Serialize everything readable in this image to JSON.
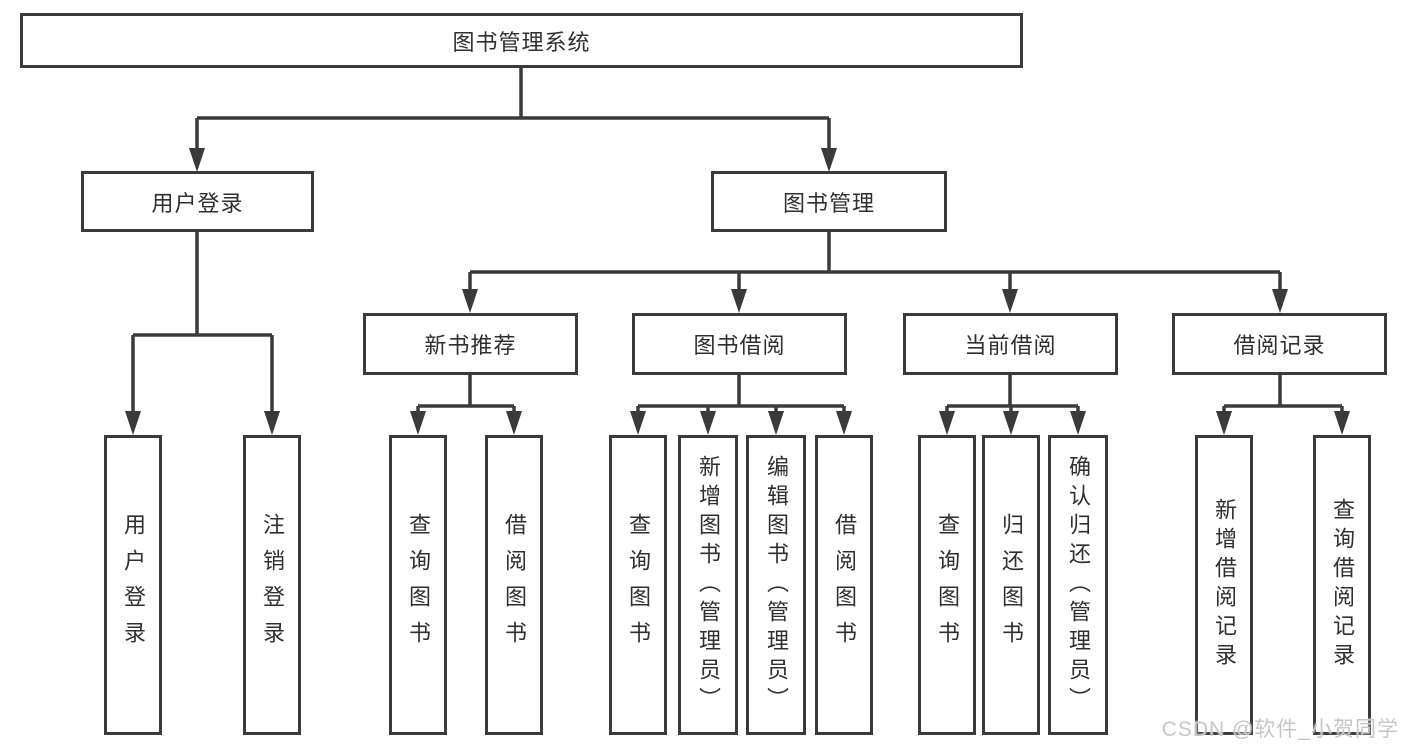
{
  "tree": {
    "label": "图书管理系统",
    "children": [
      {
        "label": "用户登录",
        "children": [
          {
            "label": "用户登录"
          },
          {
            "label": "注销登录"
          }
        ]
      },
      {
        "label": "图书管理",
        "children": [
          {
            "label": "新书推荐",
            "children": [
              {
                "label": "查询图书"
              },
              {
                "label": "借阅图书"
              }
            ]
          },
          {
            "label": "图书借阅",
            "children": [
              {
                "label": "查询图书"
              },
              {
                "label": "新增图书（管理员）"
              },
              {
                "label": "编辑图书（管理员）"
              },
              {
                "label": "借阅图书"
              }
            ]
          },
          {
            "label": "当前借阅",
            "children": [
              {
                "label": "查询图书"
              },
              {
                "label": "归还图书"
              },
              {
                "label": "确认归还（管理员）"
              }
            ]
          },
          {
            "label": "借阅记录",
            "children": [
              {
                "label": "新增借阅记录"
              },
              {
                "label": "查询借阅记录"
              }
            ]
          }
        ]
      }
    ]
  },
  "watermark": {
    "text": "CSDN @软件_小贺同学"
  },
  "colors": {
    "line": "#3a3a3a",
    "text": "#2f2f2f",
    "background": "#ffffff",
    "watermark": "#c6c6c6"
  }
}
